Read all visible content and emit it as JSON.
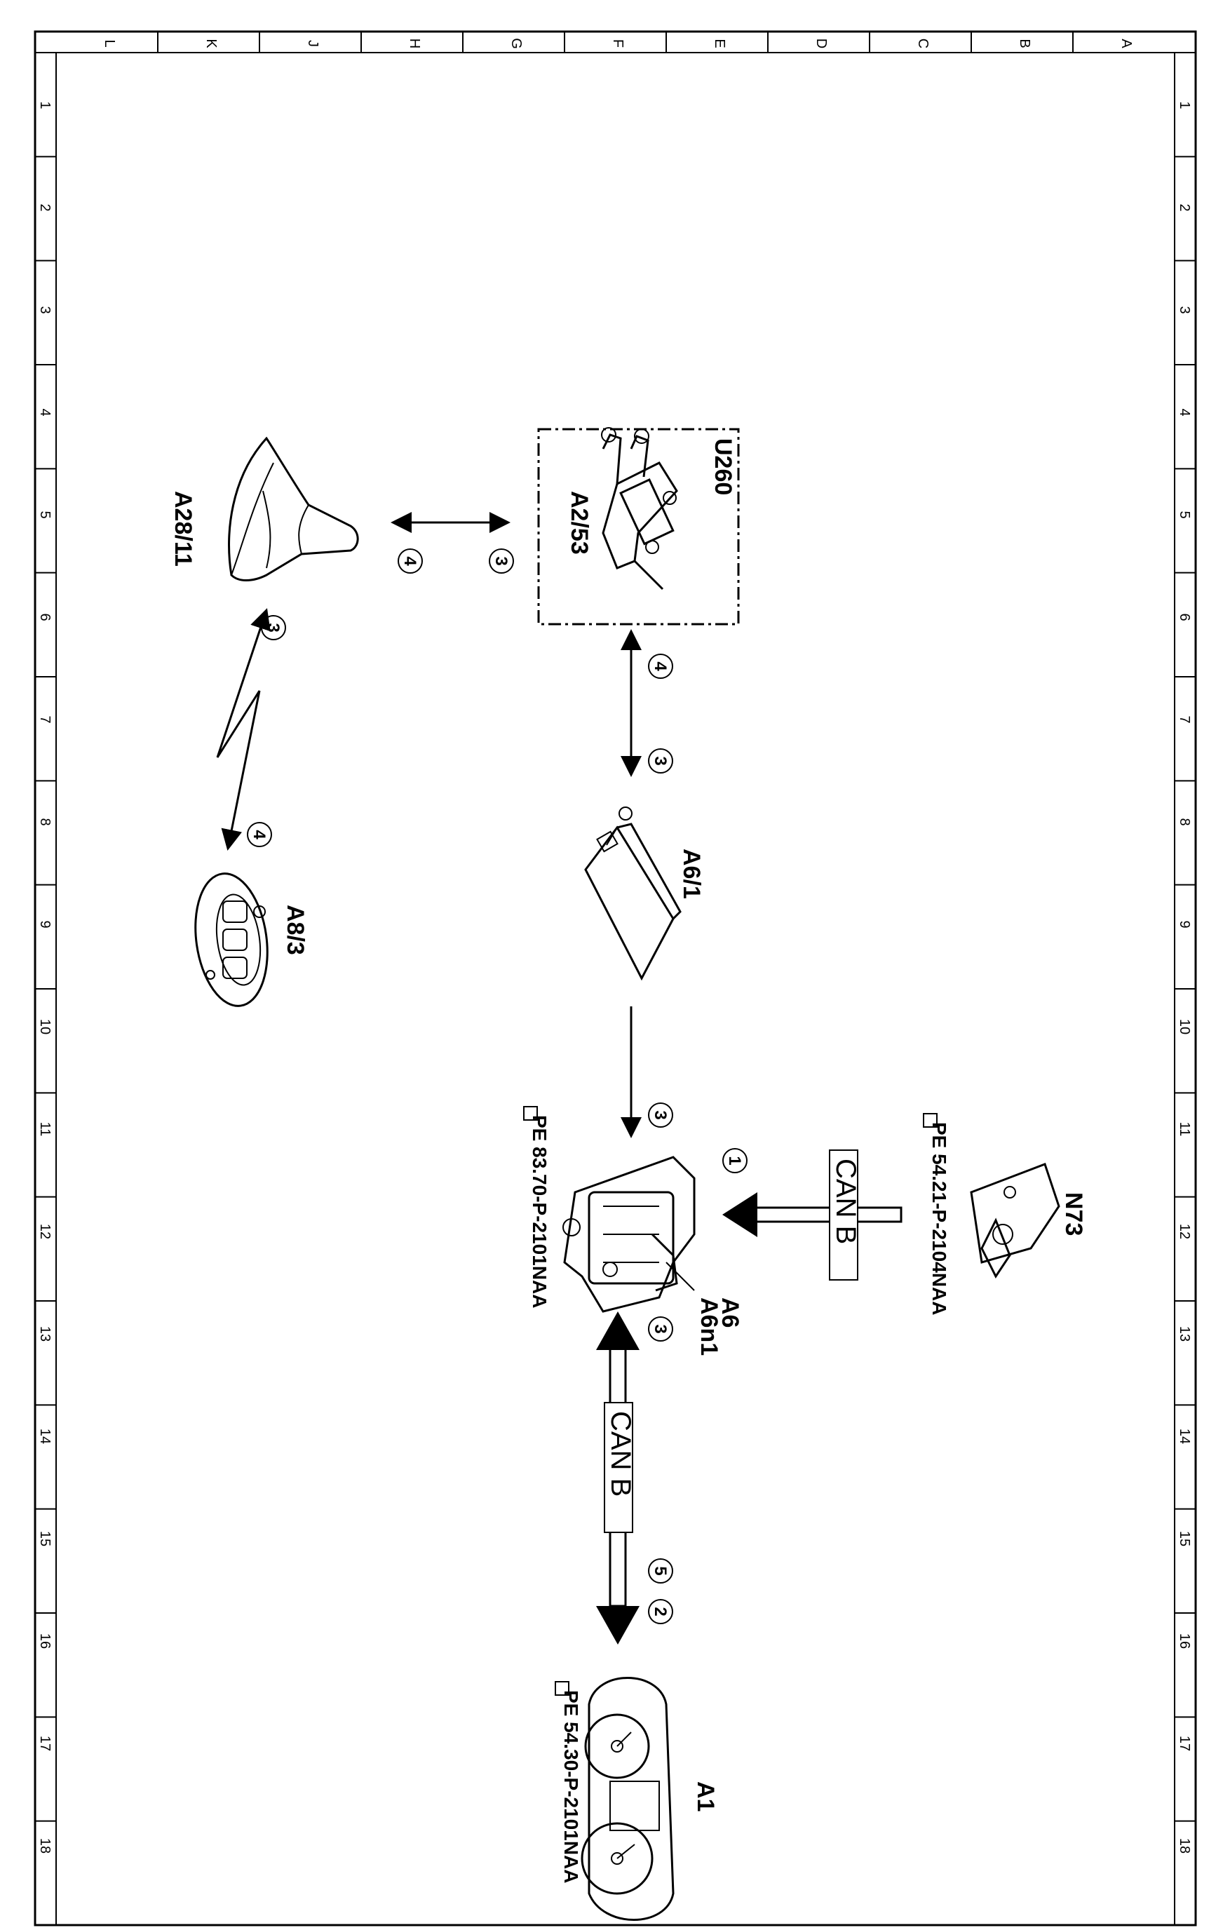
{
  "frame": {
    "columns": [
      "L",
      "K",
      "J",
      "H",
      "G",
      "F",
      "E",
      "D",
      "C",
      "B",
      "A"
    ],
    "rows": [
      "1",
      "2",
      "3",
      "4",
      "5",
      "6",
      "7",
      "8",
      "9",
      "10",
      "11",
      "12",
      "13",
      "14",
      "15",
      "16",
      "17",
      "18"
    ]
  },
  "components": {
    "u260": "U260",
    "a2_53": "A2/53",
    "a28_11": "A28/11",
    "a8_3": "A8/3",
    "a6_1": "A6/1",
    "a6": "A6",
    "a6n1": "A6n1",
    "n73": "N73",
    "a1": "A1"
  },
  "references": {
    "n73_ref": "PE 54.21-P-2104NAA",
    "a6_ref": "PE 83.70-P-2101NAA",
    "a1_ref": "PE 54.30-P-2101NAA"
  },
  "bus": {
    "can_top": "CAN B",
    "can_bottom": "CAN B"
  },
  "signal_numbers": {
    "u260_left_4": "4",
    "u260_right_3": "3",
    "a28_top_3": "3",
    "a8_bottom_4": "4",
    "u260_a6_4": "4",
    "u260_a6_3": "3",
    "a6_1_3": "3",
    "a6_1": "1",
    "a6_3b": "3",
    "can_5": "5",
    "can_2": "2"
  }
}
